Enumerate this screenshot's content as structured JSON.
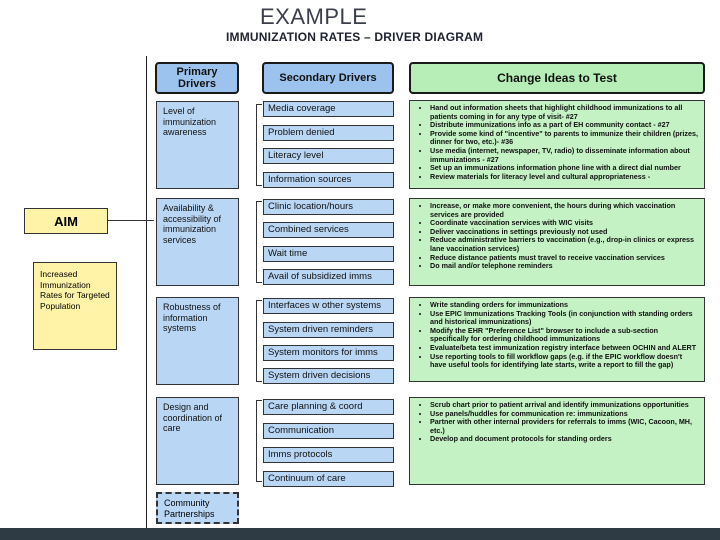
{
  "header": {
    "example": "EXAMPLE",
    "title": "IMMUNIZATION RATES – DRIVER DIAGRAM"
  },
  "aim": {
    "label": "AIM",
    "description": "Increased Immunization Rates for Targeted Population"
  },
  "columns": {
    "primary": "Primary Drivers",
    "secondary": "Secondary Drivers",
    "change": "Change Ideas to Test"
  },
  "groups": [
    {
      "primary": "Level of immunization awareness",
      "secondary": [
        "Media coverage",
        "Problem denied",
        "Literacy level",
        "Information sources"
      ],
      "changes": [
        "Hand out information sheets that highlight childhood immunizations to all patients coming in for any type of visit- #27",
        "Distribute immunizations info as a part of EH community contact - #27",
        "Provide some kind of \"incentive\" to parents to immunize their children (prizes, dinner for two, etc.)- #36",
        "Use media (internet, newspaper, TV, radio) to disseminate information about immunizations - #27",
        "Set up an immunizations information phone line with a direct dial number",
        "Review materials for literacy level and cultural appropriateness -"
      ]
    },
    {
      "primary": "Availability & accessibility of immunization services",
      "secondary": [
        "Clinic location/hours",
        "Combined services",
        "Wait time",
        "Avail of subsidized imms"
      ],
      "changes": [
        "Increase, or make more convenient, the hours during which vaccination services are provided",
        "Coordinate vaccination services with WIC visits",
        "Deliver vaccinations in settings previously not used",
        "Reduce administrative barriers to vaccination (e.g., drop-in clinics or express lane vaccination services)",
        "Reduce distance patients must travel to receive vaccination services",
        "Do mail and/or telephone reminders"
      ]
    },
    {
      "primary": "Robustness of information systems",
      "secondary": [
        "Interfaces w other systems",
        "System driven reminders",
        "System monitors for imms",
        "System driven decisions"
      ],
      "changes": [
        "Write standing orders for immunizations",
        "Use EPIC Immunizations Tracking Tools (in conjunction with standing orders and historical immunizations)",
        "Modify the EHR \"Preference List\" browser to include a sub-section specifically for ordering childhood immunizations",
        "Evaluate/beta test immunization registry interface between OCHIN and ALERT",
        "Use reporting tools to fill workflow gaps (e.g. if the EPIC workflow doesn't have useful tools for identifying late starts, write a report to fill the gap)"
      ]
    },
    {
      "primary": "Design and coordination of care",
      "secondary": [
        "Care planning & coord",
        "Communication",
        "Imms protocols",
        "Continuum of care"
      ],
      "changes": [
        "Scrub chart prior to patient arrival and identify immunizations opportunities",
        "Use panels/huddles for communication re: immunizations",
        "Partner with other internal providers for referrals to imms (WIC, Cacoon, MH, etc.)",
        "Develop and document protocols for standing orders"
      ]
    }
  ],
  "community": "Community Partnerships",
  "colors": {
    "blue": "#b9d6f5",
    "green": "#c4f2c4",
    "yellow": "#fff3a8",
    "bar": "#2e3a44"
  }
}
